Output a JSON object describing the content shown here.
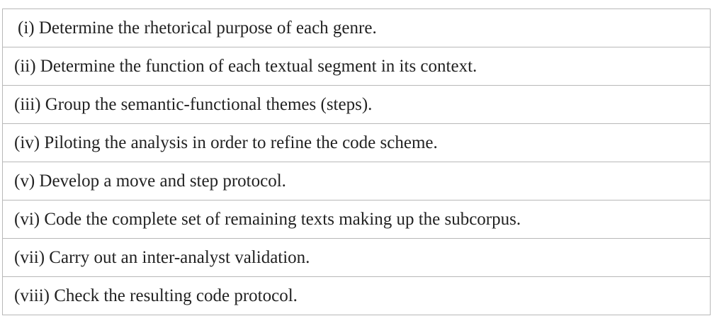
{
  "steps": [
    "(i) Determine the rhetorical purpose of each genre.",
    "(ii) Determine the function of each textual segment in its context.",
    "(iii) Group the semantic-functional themes (steps).",
    "(iv) Piloting the analysis in order to refine the code scheme.",
    "(v) Develop a move and step protocol.",
    "(vi) Code the complete set of remaining texts making up the subcorpus.",
    "(vii) Carry out an inter-analyst validation.",
    "(viii) Check the resulting code protocol."
  ]
}
